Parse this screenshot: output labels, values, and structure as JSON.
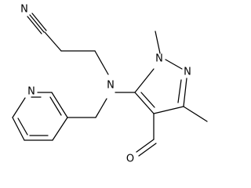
{
  "molecule": {
    "atoms": {
      "nitrile_n": "N",
      "amine_n": "N",
      "pyridine_n": "N",
      "pyrazole_n1": "N",
      "pyrazole_n2": "N",
      "aldehyde_o": "O"
    },
    "colors": {
      "bond": "#000000",
      "label": "#000000",
      "background": "#ffffff"
    }
  }
}
